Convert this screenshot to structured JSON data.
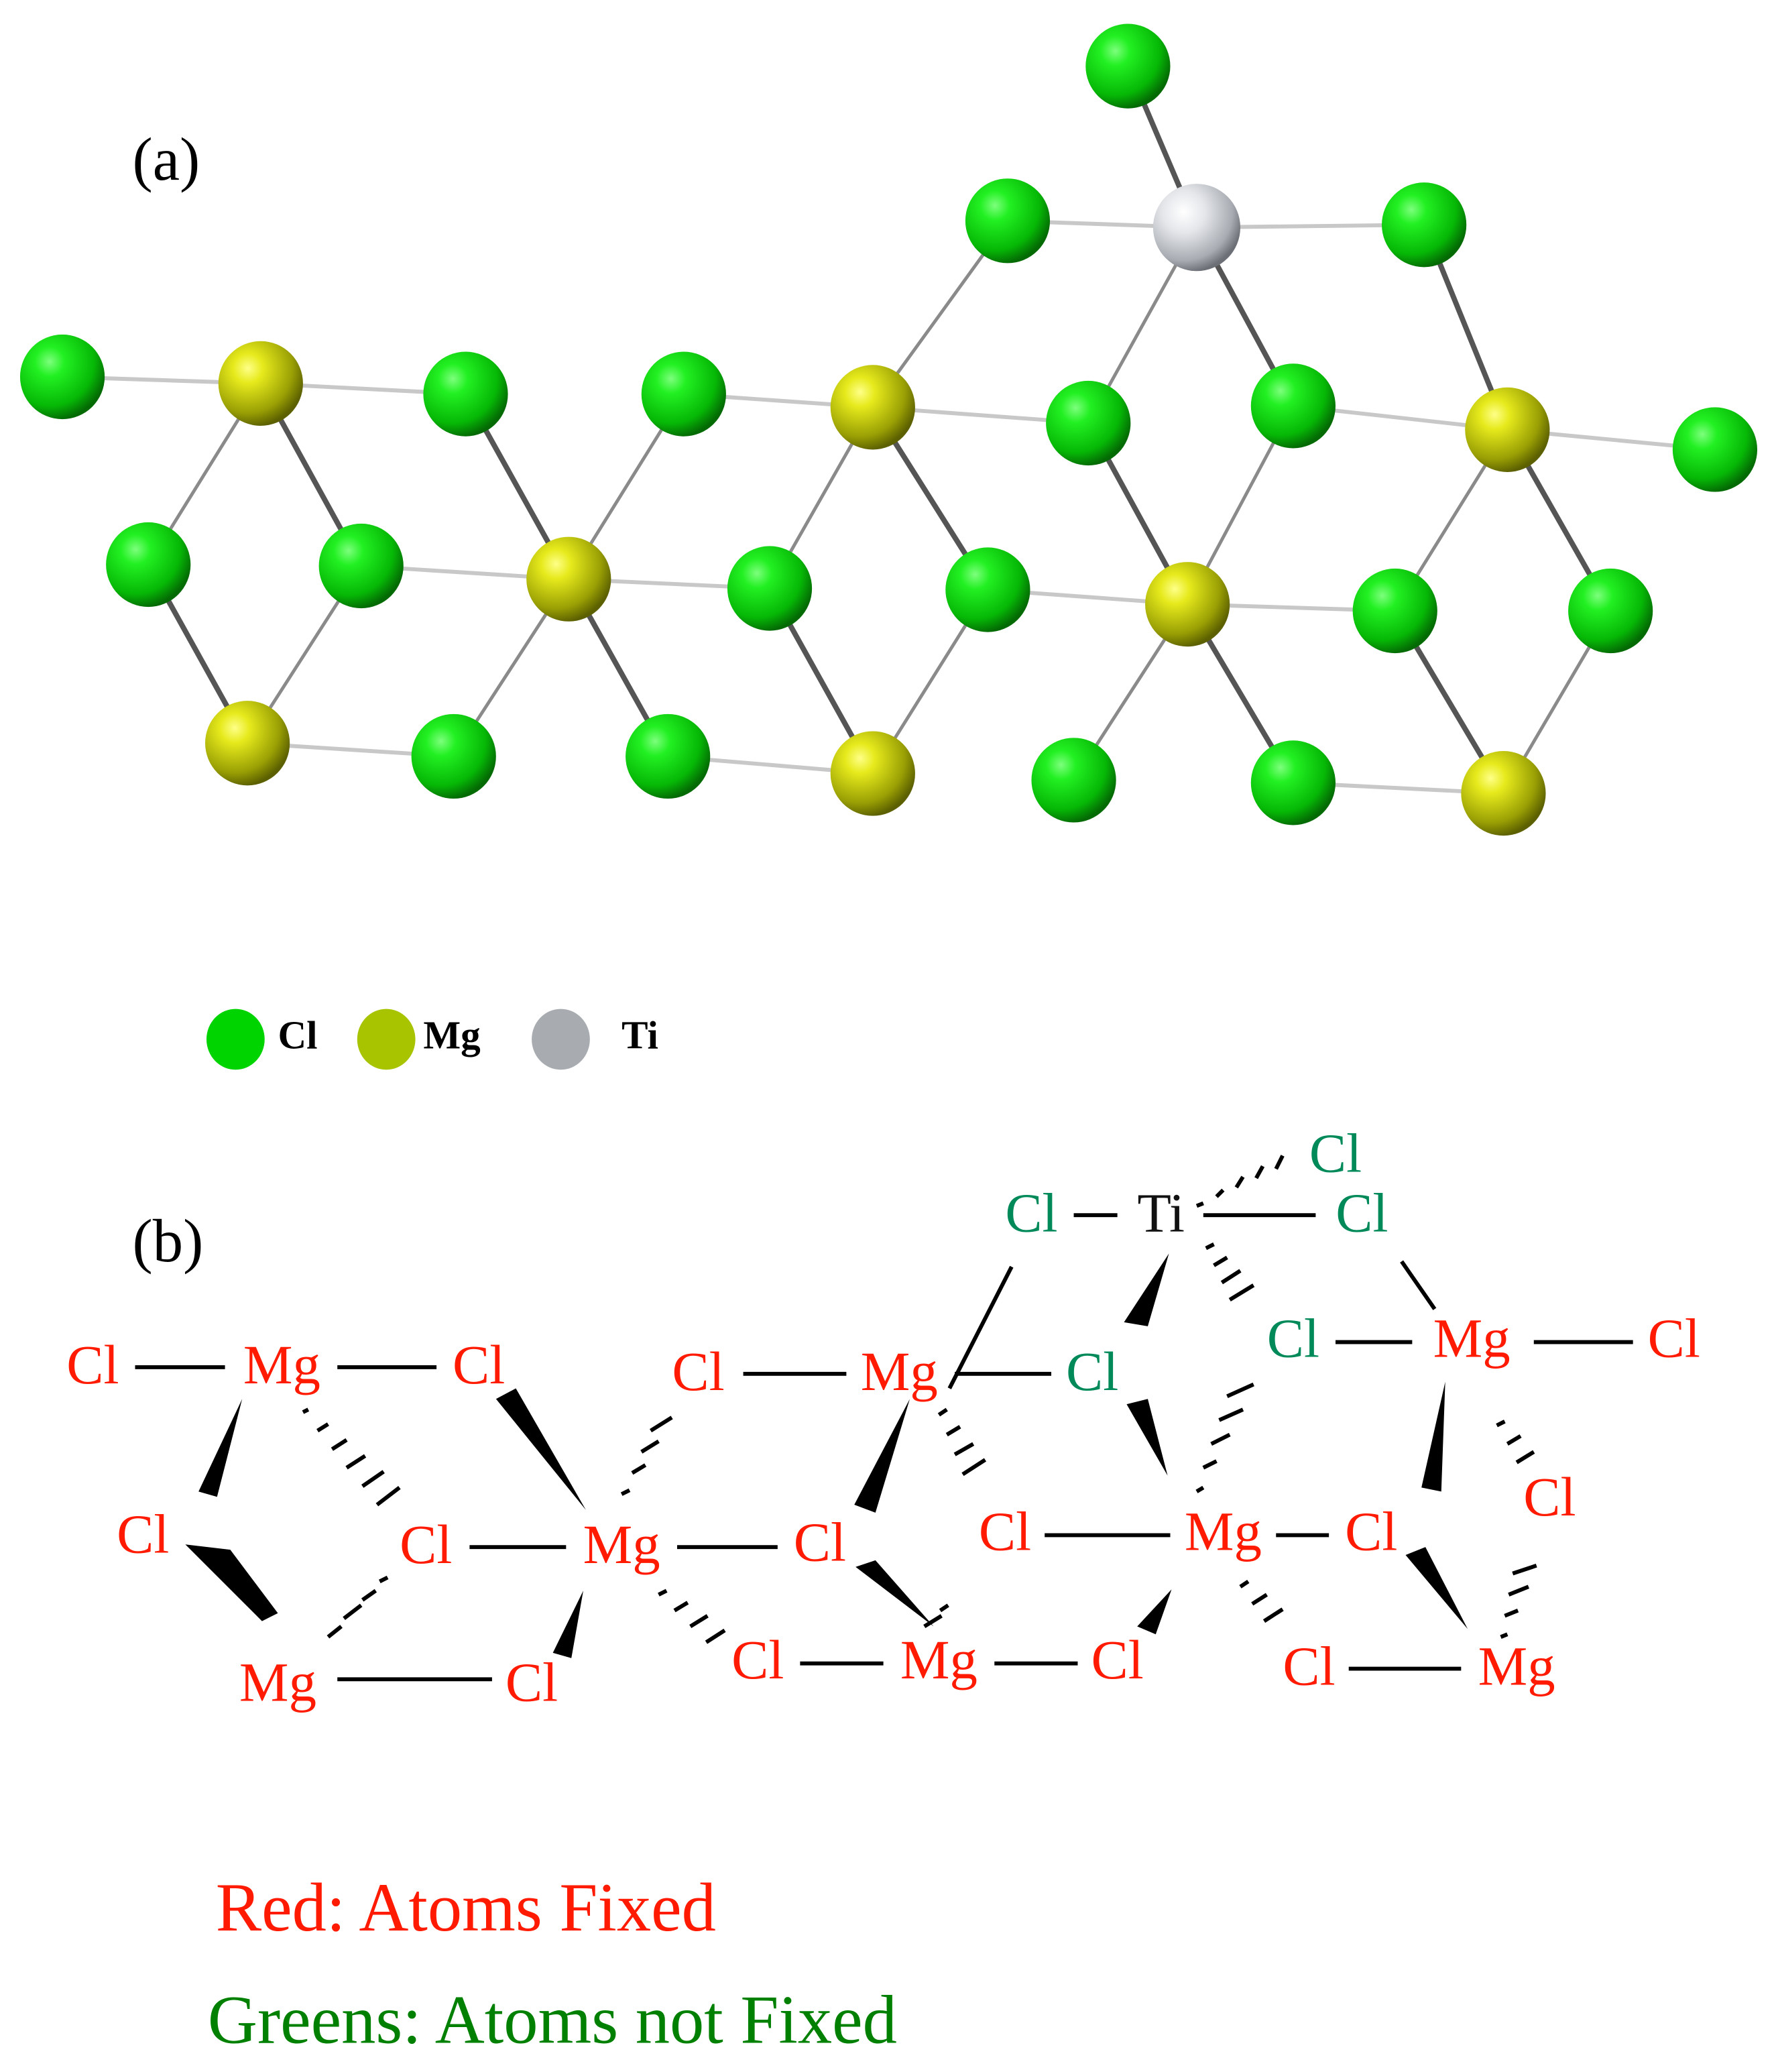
{
  "figure": {
    "panel_a": {
      "label": "(a)",
      "legend": [
        {
          "element": "Cl",
          "color": "#00d400"
        },
        {
          "element": "Mg",
          "color": "#a8c400"
        },
        {
          "element": "Ti",
          "color": "#a8acb0"
        }
      ]
    },
    "panel_b": {
      "label": "(b)",
      "notes": {
        "red": "Red: Atoms Fixed",
        "green": "Greens: Atoms not Fixed"
      },
      "colors": {
        "fixed": "#ff1a00",
        "not_fixed": "#008a5a",
        "ti": "#111111",
        "note_green": "#008000"
      }
    }
  },
  "atoms_a": {
    "Cl": [
      [
        47,
        285
      ],
      [
        352,
        298
      ],
      [
        517,
        298
      ],
      [
        853,
        50
      ],
      [
        762,
        167
      ],
      [
        1077,
        170
      ],
      [
        823,
        320
      ],
      [
        978,
        307
      ],
      [
        1297,
        340
      ],
      [
        112,
        427
      ],
      [
        273,
        428
      ],
      [
        582,
        445
      ],
      [
        747,
        446
      ],
      [
        1055,
        462
      ],
      [
        1218,
        462
      ],
      [
        343,
        572
      ],
      [
        505,
        572
      ],
      [
        812,
        590
      ],
      [
        978,
        592
      ]
    ],
    "Mg": [
      [
        197,
        290
      ],
      [
        660,
        308
      ],
      [
        1140,
        325
      ],
      [
        430,
        438
      ],
      [
        898,
        457
      ],
      [
        187,
        562
      ],
      [
        660,
        585
      ],
      [
        1137,
        600
      ]
    ],
    "Ti": [
      [
        905,
        172
      ]
    ]
  }
}
